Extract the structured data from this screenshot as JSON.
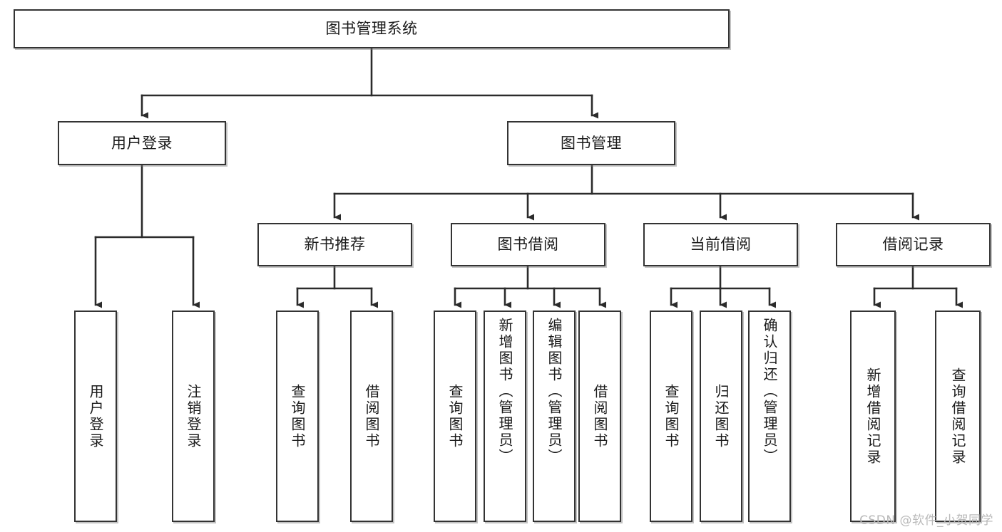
{
  "diagram": {
    "type": "tree-hierarchy",
    "title": "图书管理系统",
    "root": {
      "label": "图书管理系统"
    },
    "level2": [
      {
        "id": "user-login",
        "label": "用户登录"
      },
      {
        "id": "book-management",
        "label": "图书管理"
      }
    ],
    "level3": [
      {
        "id": "new-book-recommend",
        "label": "新书推荐"
      },
      {
        "id": "book-borrow",
        "label": "图书借阅"
      },
      {
        "id": "current-borrow",
        "label": "当前借阅"
      },
      {
        "id": "borrow-record",
        "label": "借阅记录"
      }
    ],
    "leaves": [
      {
        "id": "leaf-user-login",
        "label": "用户登录",
        "parent": "user-login"
      },
      {
        "id": "leaf-logout",
        "label": "注销登录",
        "parent": "user-login"
      },
      {
        "id": "leaf-query-book-1",
        "label": "查询图书",
        "parent": "new-book-recommend"
      },
      {
        "id": "leaf-borrow-book-1",
        "label": "借阅图书",
        "parent": "new-book-recommend"
      },
      {
        "id": "leaf-query-book-2",
        "label": "查询图书",
        "parent": "book-borrow"
      },
      {
        "id": "leaf-add-book",
        "label": "新增图书（管理员）",
        "parent": "book-borrow"
      },
      {
        "id": "leaf-edit-book",
        "label": "编辑图书（管理员）",
        "parent": "book-borrow"
      },
      {
        "id": "leaf-borrow-book-2",
        "label": "借阅图书",
        "parent": "book-borrow"
      },
      {
        "id": "leaf-query-book-3",
        "label": "查询图书",
        "parent": "current-borrow"
      },
      {
        "id": "leaf-return-book",
        "label": "归还图书",
        "parent": "current-borrow"
      },
      {
        "id": "leaf-confirm-return",
        "label": "确认归还（管理员）",
        "parent": "current-borrow"
      },
      {
        "id": "leaf-add-record",
        "label": "新增借阅记录",
        "parent": "borrow-record"
      },
      {
        "id": "leaf-query-record",
        "label": "查询借阅记录",
        "parent": "borrow-record"
      }
    ],
    "colors": {
      "box_border": "#333333",
      "box_fill": "#ffffff",
      "connector": "#2b2b2b",
      "text": "#1b1b1b",
      "watermark": "#b9b9b9",
      "background": "#ffffff"
    }
  },
  "watermark": {
    "text": "CSDN @软件_小贺同学"
  }
}
